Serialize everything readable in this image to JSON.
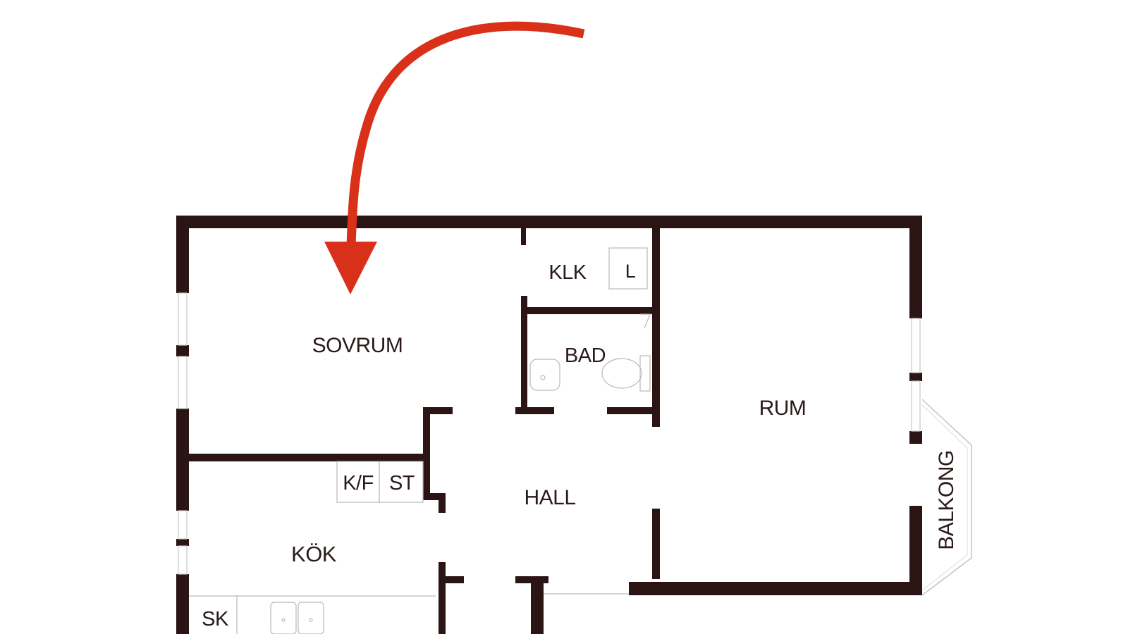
{
  "rooms": {
    "sovrum": "SOVRUM",
    "klk": "KLK",
    "l": "L",
    "bad": "BAD",
    "rum": "RUM",
    "hall": "HALL",
    "kf": "K/F",
    "st": "ST",
    "kok": "KÖK",
    "sk": "SK",
    "balkong": "BALKONG"
  },
  "annotation": {
    "arrow_color": "#d9301a",
    "points_to": "SOVRUM"
  },
  "colors": {
    "wall": "#2b1414",
    "background": "#ffffff"
  }
}
